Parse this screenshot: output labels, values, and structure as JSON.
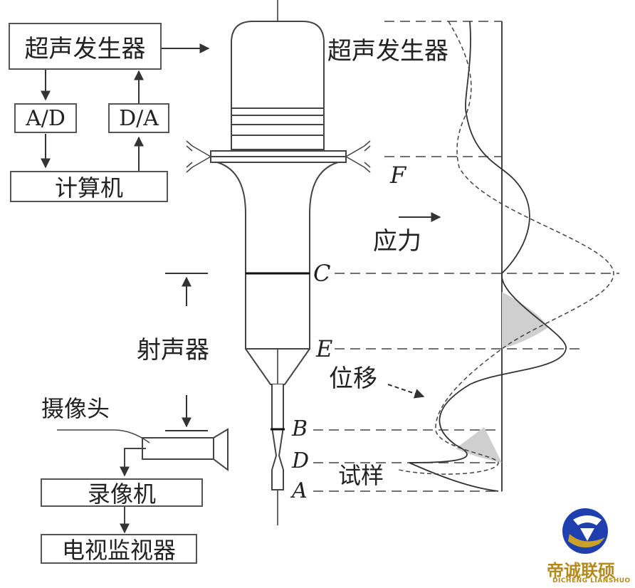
{
  "blocks": {
    "generator": "超声发生器",
    "ad": "A/D",
    "da": "D/A",
    "computer": "计算机",
    "recorder": "录像机",
    "monitor": "电视监视器"
  },
  "labels": {
    "generator_right": "超声发生器",
    "transducer": "射声器",
    "camera": "摄像头",
    "stress": "应力",
    "displacement": "位移",
    "specimen": "试样"
  },
  "points": {
    "F": "F",
    "C": "C",
    "E": "E",
    "B": "B",
    "D": "D",
    "A": "A"
  },
  "logo": {
    "name": "帝诚联硕",
    "pinyin": "DICHENG LIANSHUO",
    "colors": {
      "blue": "#1f3fae",
      "gold": "#c9a227",
      "text": "#b58a1c"
    }
  }
}
